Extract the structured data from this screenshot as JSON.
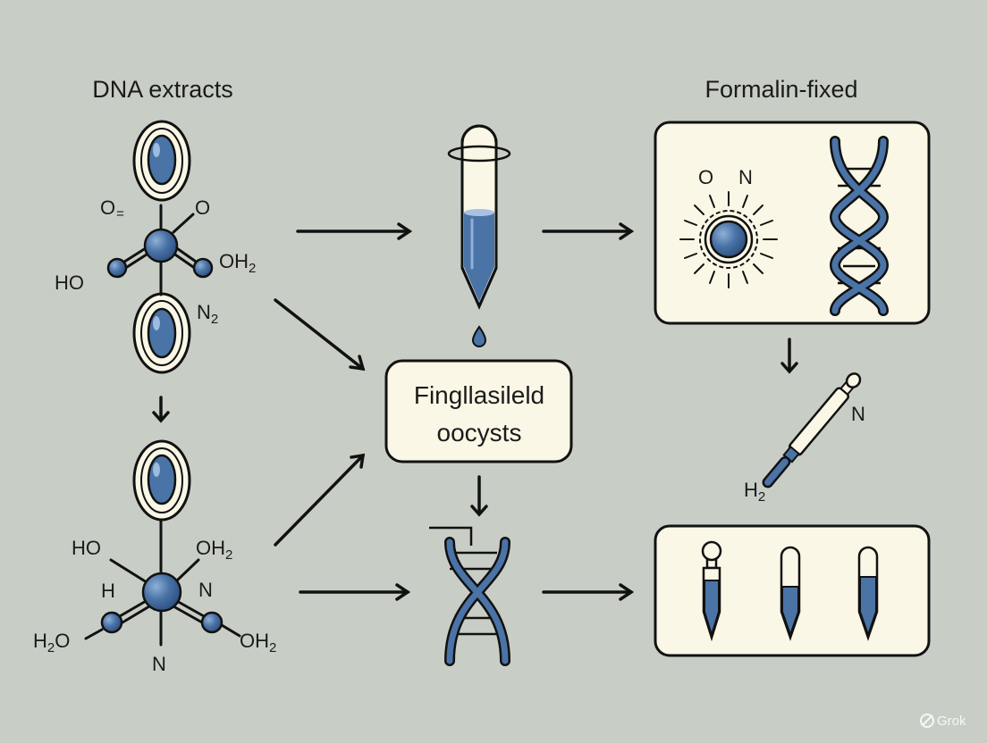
{
  "colors": {
    "background": "#c8cec6",
    "accent_blue": "#4a73a6",
    "panel_fill": "#fbf7e6",
    "ink": "#111111"
  },
  "labels": {
    "dna_extracts": "DNA extracts",
    "formalin_fixed": "Formalin-fixed",
    "center_box_line1": "Fingllasileld",
    "center_box_line2": "oocysts",
    "watermark": "Grok"
  },
  "molecule_top": {
    "o_left": "O",
    "o_left_mark": "=",
    "o_right": "O",
    "oh2": "OH",
    "oh2_sub": "2",
    "ho": "HO",
    "n2": "N",
    "n2_sub": "2"
  },
  "molecule_bottom": {
    "ho": "HO",
    "oh2_top": "OH",
    "oh2_top_sub": "2",
    "h": "H",
    "n_right": "N",
    "h2o": "H",
    "h2o_sub": "2",
    "h2o_tail": "O",
    "oh2_right": "OH",
    "oh2_right_sub": "2",
    "n_bottom": "N"
  },
  "formalin_panel": {
    "o": "O",
    "n": "N"
  },
  "pipette": {
    "n": "N",
    "h2": "H",
    "h2_sub": "2"
  }
}
